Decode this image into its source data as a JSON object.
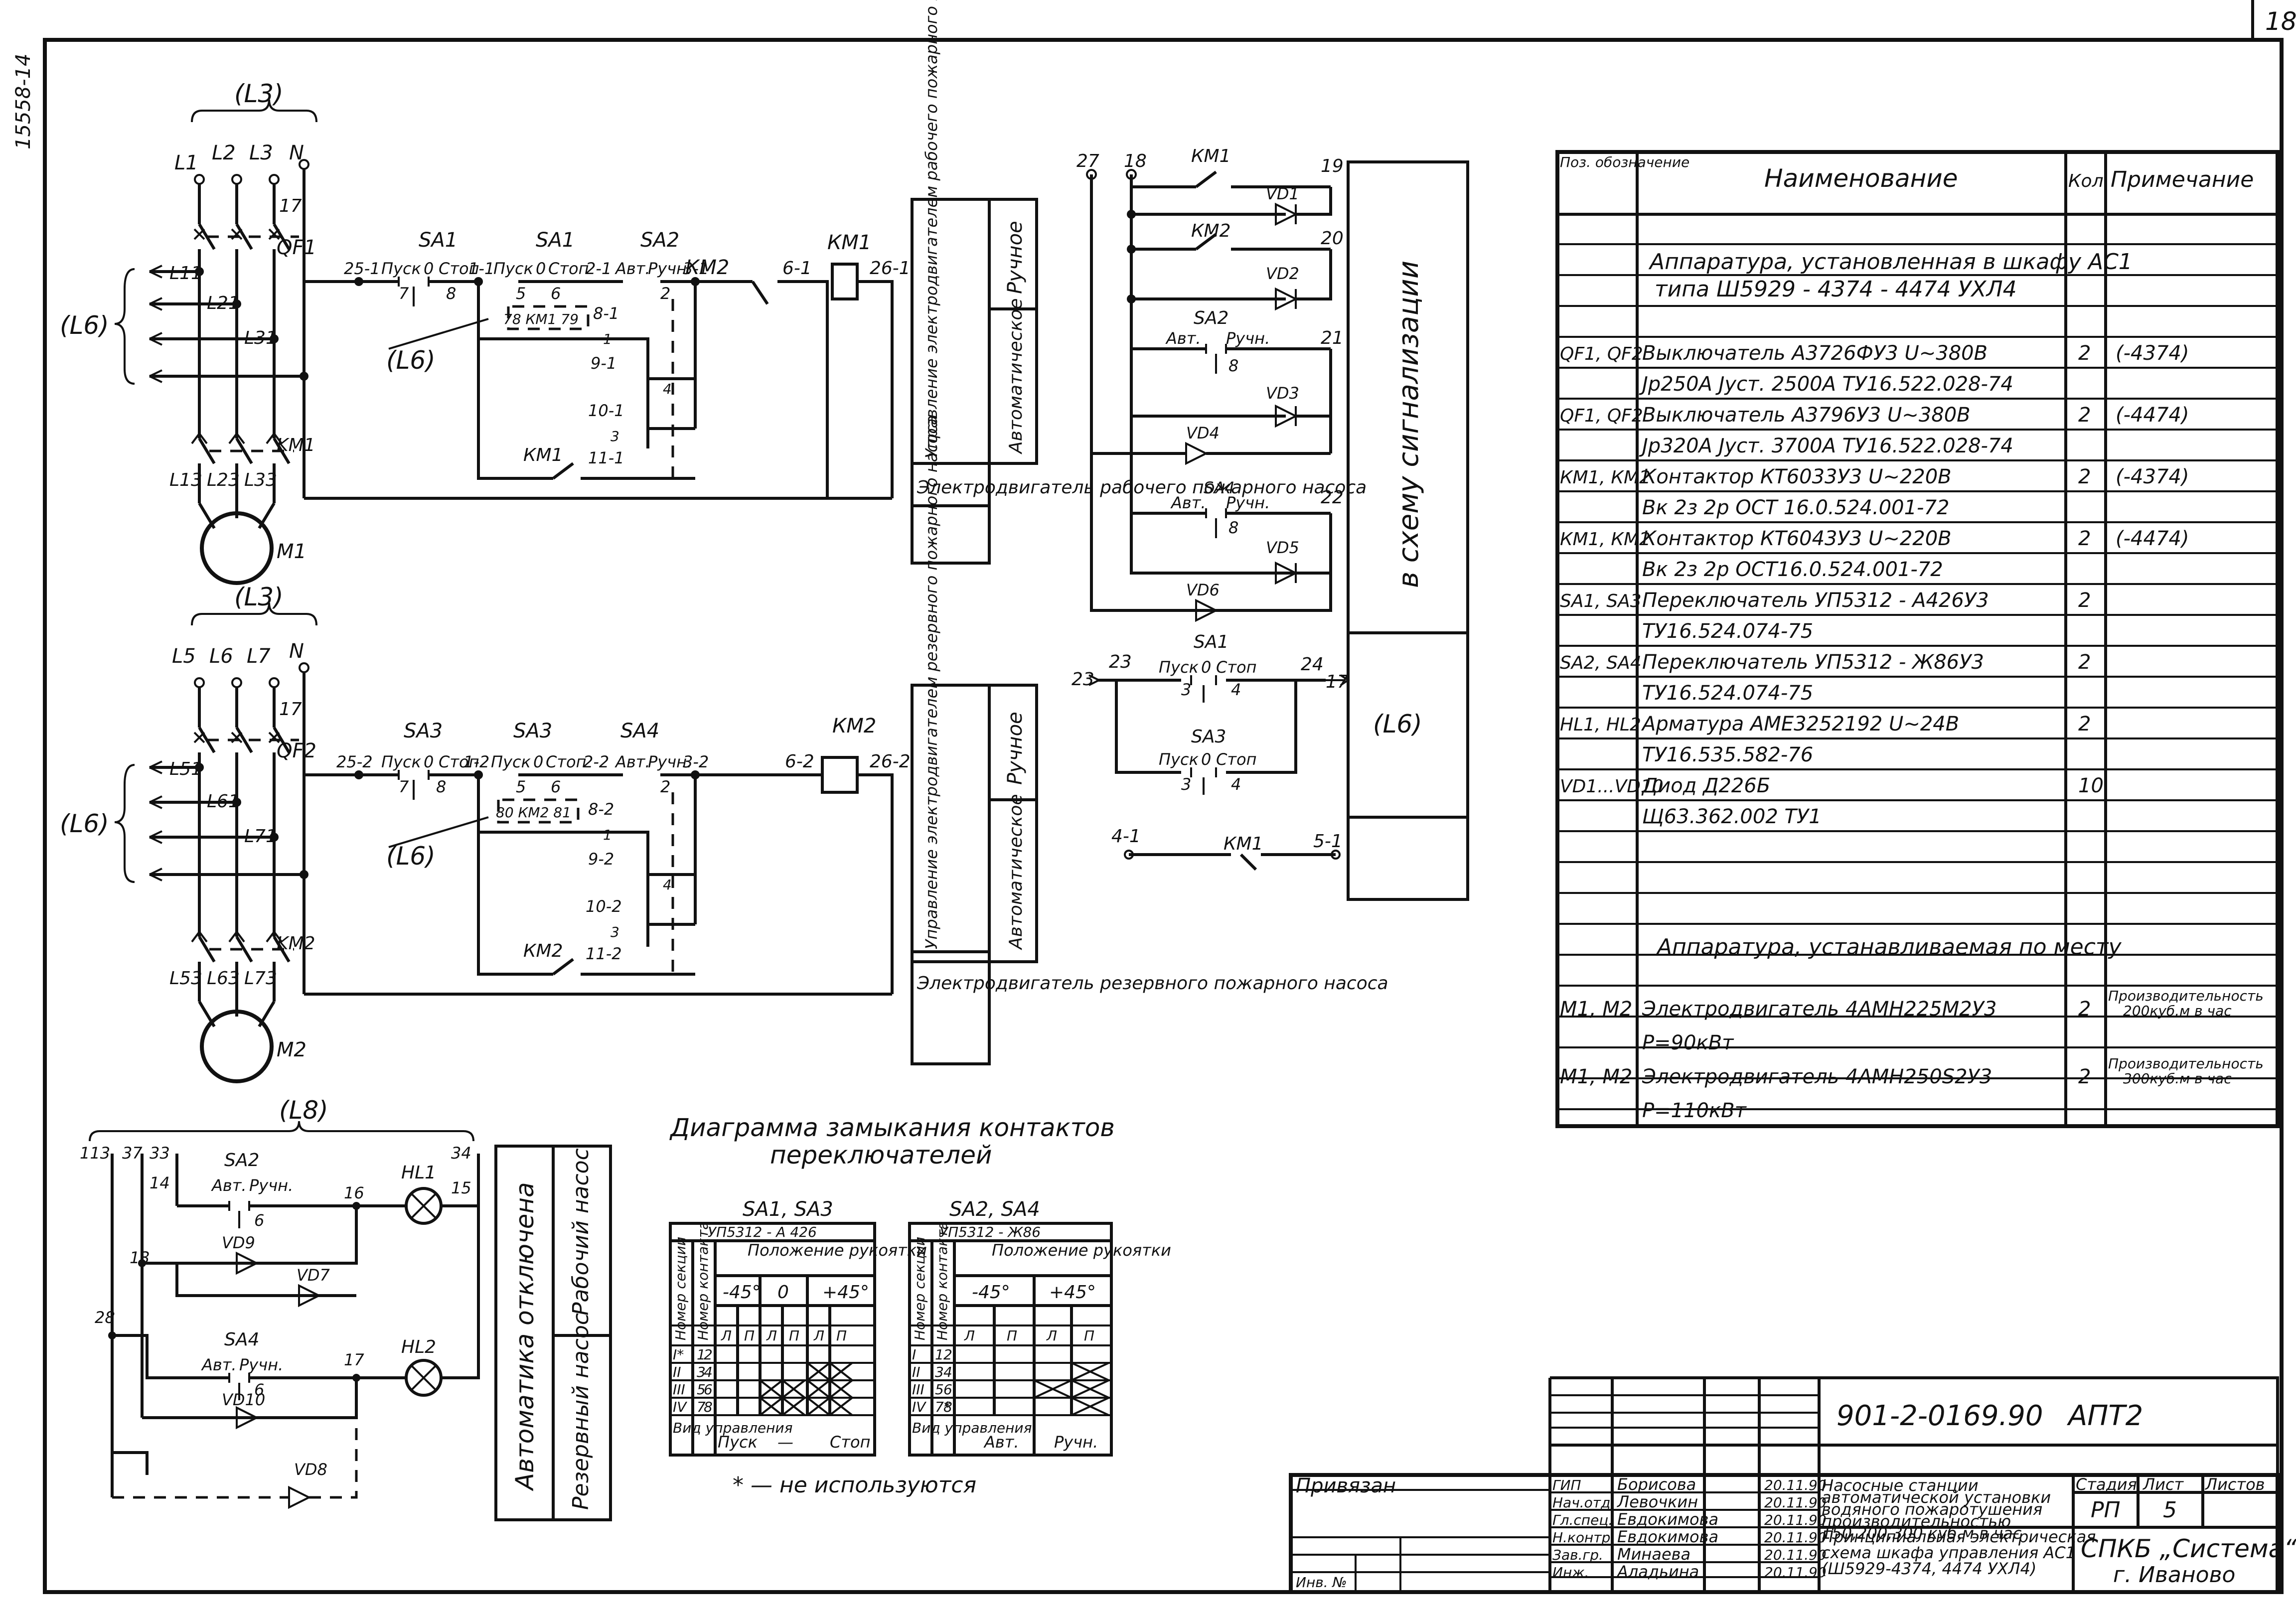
{
  "sheet": {
    "number": "18",
    "side_stamp": "15558-14"
  },
  "power": {
    "bus_label": "(L3)",
    "cable_label": "(L6)",
    "group1": {
      "phases": [
        "L1",
        "L2",
        "L3",
        "N"
      ],
      "breaker": "QF1",
      "breaker_pin": "17",
      "wires_in": [
        "L11",
        "L21",
        "L31"
      ],
      "contactor": "KM1",
      "wires_out": [
        "L13",
        "L23",
        "L33"
      ],
      "motor": "M1"
    },
    "group2": {
      "phases": [
        "L5",
        "L6",
        "L7",
        "N"
      ],
      "breaker": "QF2",
      "breaker_pin": "17",
      "wires_in": [
        "L51",
        "L61",
        "L71"
      ],
      "contactor": "KM2",
      "wires_out": [
        "L53",
        "L63",
        "L73"
      ],
      "motor": "M2"
    }
  },
  "control1": {
    "sa1a": "SA1",
    "sa1b": "SA1",
    "sa2": "SA2",
    "n_in": "25-1",
    "pusk": "Пуск",
    "zero": "0",
    "stop": "Стоп",
    "n1": "1-1",
    "n2": "2-1",
    "n3": "3-1",
    "n6": "6-1",
    "n26": "26-1",
    "c7": "7",
    "c8": "8",
    "c5": "5",
    "c6": "6",
    "c2": "2",
    "c1": "1",
    "c4": "4",
    "c3": "3",
    "aut": "Авт.",
    "man": "Ручн.",
    "aux_box": "78 КМ1 79",
    "n8": "8-1",
    "n9": "9-1",
    "n10": "10-1",
    "n11": "11-1",
    "km_contact": "КМ2",
    "coil": "КМ1",
    "hold": "КМ1",
    "cable": "(L6)",
    "label_title": "Управление электродвигателем рабочего пожарного насоса",
    "label_man": "Ручное",
    "label_auto": "Автоматическое",
    "label_motor": "Электродвигатель рабочего пожарного насоса"
  },
  "control2": {
    "sa3a": "SA3",
    "sa3b": "SA3",
    "sa4": "SA4",
    "n_in": "25-2",
    "pusk": "Пуск",
    "zero": "0",
    "stop": "Стоп",
    "n1": "1-2",
    "n2": "2-2",
    "n3": "3-2",
    "n6": "6-2",
    "n26": "26-2",
    "c7": "7",
    "c8": "8",
    "c5": "5",
    "c6": "6",
    "c2": "2",
    "c1": "1",
    "c4": "4",
    "c3": "3",
    "aut": "Авт.",
    "man": "Ручн.",
    "aux_box": "80 КМ2 81",
    "n8": "8-2",
    "n9": "9-2",
    "n10": "10-2",
    "n11": "11-2",
    "coil": "КМ2",
    "hold": "КМ2",
    "cable": "(L6)",
    "label_title": "Управление электродвигателем резервного пожарного насоса",
    "label_man": "Ручное",
    "label_auto": "Автоматическое",
    "label_motor": "Электродвигатель резервного пожарного насоса"
  },
  "signal": {
    "n27": "27",
    "n18": "18",
    "n19": "19",
    "n20": "20",
    "n21": "21",
    "n22": "22",
    "km1": "КМ1",
    "km2": "КМ2",
    "vd1": "VD1",
    "vd2": "VD2",
    "vd3": "VD3",
    "vd4": "VD4",
    "vd5": "VD5",
    "vd6": "VD6",
    "sa2": "SA2",
    "sa4": "SA4",
    "aut": "Авт.",
    "man": "Ручн.",
    "c8": "8",
    "sa1": "SA1",
    "sa3": "SA3",
    "pusk": "Пуск",
    "zero": "0",
    "stop": "Стоп",
    "c3": "3",
    "c4": "4",
    "n23": "23",
    "n24": "24",
    "n23b": "23",
    "n17": "17",
    "n41": "4-1",
    "n51": "5-1",
    "km11": "КМ1",
    "box_text": "в схему сигнализации",
    "box_cable": "(L6)"
  },
  "indication": {
    "bus": "(L8)",
    "n113": "113",
    "n37": "37",
    "n33": "33",
    "n34": "34",
    "n14": "14",
    "n16": "16",
    "n15": "15",
    "n13": "13",
    "n28": "28",
    "n17": "17",
    "sa2": "SA2",
    "sa4": "SA4",
    "aut": "Авт.",
    "man": "Ручн.",
    "c6": "6",
    "vd9": "VD9",
    "vd7": "VD7",
    "vd10": "VD10",
    "vd8": "VD8",
    "hl1": "HL1",
    "hl2": "HL2",
    "label_auto_off": "Автоматика отключена",
    "label_work": "Рабочий насос",
    "label_reserve": "Резервный насос"
  },
  "contact_diagram": {
    "title_line1": "Диаграмма замыкания контактов",
    "title_line2": "переключателей",
    "t1": {
      "title": "SA1, SA3",
      "model": "УП5312 - А 426",
      "h_section": "Номер секции",
      "h_contact": "Номер контакта",
      "h_pos": "Положение рукоятки",
      "pos": [
        "-45°",
        "0",
        "+45°"
      ],
      "sub": [
        "Л",
        "П"
      ],
      "rows": [
        {
          "sec": "I*",
          "a": "1",
          "b": "2"
        },
        {
          "sec": "II",
          "a": "3",
          "b": "4"
        },
        {
          "sec": "III",
          "a": "5",
          "b": "6"
        },
        {
          "sec": "IV",
          "a": "7",
          "b": "8"
        }
      ],
      "mode_label": "Вид управления",
      "modes": [
        "Пуск",
        "—",
        "Стоп"
      ]
    },
    "t2": {
      "title": "SA2, SA4",
      "model": "УП5312 - Ж86",
      "h_section": "Номер секции",
      "h_contact": "Номер контакта",
      "h_pos": "Положение рукоятки",
      "pos": [
        "-45°",
        "+45°"
      ],
      "sub": [
        "Л",
        "П"
      ],
      "rows": [
        {
          "sec": "I",
          "a": "1",
          "b": "2"
        },
        {
          "sec": "II",
          "a": "3",
          "b": "4"
        },
        {
          "sec": "III",
          "a": "5",
          "b": "6"
        },
        {
          "sec": "IV",
          "a": "7*",
          "b": "8"
        }
      ],
      "mode_label": "Вид управления",
      "modes": [
        "Авт.",
        "Ручн."
      ]
    },
    "footnote": "* — не используются"
  },
  "spec": {
    "headers": {
      "pos": "Поз. обозначение",
      "name": "Наименование",
      "qty": "Кол.",
      "note": "Примечание"
    },
    "section1": "Аппаратура, установленная в шкафу АС1",
    "section1b": "типа  Ш5929 - 4374 - 4474 УХЛ4",
    "rows": [
      {
        "pos": "QF1, QF2",
        "name": "Выключатель А3726ФУ3  U~380В",
        "qty": "2",
        "note": "(-4374)"
      },
      {
        "pos": "",
        "name": "Jр250А Jуст. 2500А  ТУ16.522.028-74",
        "qty": "",
        "note": ""
      },
      {
        "pos": "QF1, QF2",
        "name": "Выключатель А3796У3  U~380В",
        "qty": "2",
        "note": "(-4474)"
      },
      {
        "pos": "",
        "name": "Jр320А Jуст. 3700А  ТУ16.522.028-74",
        "qty": "",
        "note": ""
      },
      {
        "pos": "КМ1, КМ2",
        "name": "Контактор КТ6033У3   U~220В",
        "qty": "2",
        "note": "(-4374)"
      },
      {
        "pos": "",
        "name": "Вк 2з 2р   ОСТ 16.0.524.001-72",
        "qty": "",
        "note": ""
      },
      {
        "pos": "КМ1, КМ2",
        "name": "Контактор КТ6043У3   U~220В",
        "qty": "2",
        "note": "(-4474)"
      },
      {
        "pos": "",
        "name": "Вк 2з 2р   ОСТ16.0.524.001-72",
        "qty": "",
        "note": ""
      },
      {
        "pos": "SA1, SA3",
        "name": "Переключатель УП5312 - А426У3",
        "qty": "2",
        "note": ""
      },
      {
        "pos": "",
        "name": "ТУ16.524.074-75",
        "qty": "",
        "note": ""
      },
      {
        "pos": "SA2, SA4",
        "name": "Переключатель УП5312 - Ж86У3",
        "qty": "2",
        "note": ""
      },
      {
        "pos": "",
        "name": "ТУ16.524.074-75",
        "qty": "",
        "note": ""
      },
      {
        "pos": "HL1, HL2",
        "name": "Арматура АМЕ3252192   U~24В",
        "qty": "2",
        "note": ""
      },
      {
        "pos": "",
        "name": "ТУ16.535.582-76",
        "qty": "",
        "note": ""
      },
      {
        "pos": "VD1...VD10",
        "name": "Диод Д226Б",
        "qty": "10",
        "note": ""
      },
      {
        "pos": "",
        "name": "Щ63.362.002 ТУ1",
        "qty": "",
        "note": ""
      }
    ],
    "section2": "Аппаратура, устанавливаемая по месту",
    "rows2": [
      {
        "pos": "M1, M2",
        "name": "Электродвигатель 4АМН225М2У3",
        "qty": "2",
        "note": "Производительность 200куб.м в час"
      },
      {
        "pos": "",
        "name": "Р=90кВт",
        "qty": "",
        "note": ""
      },
      {
        "pos": "M1, M2",
        "name": "Электродвигатель 4АМН250S2У3",
        "qty": "2",
        "note": "Производительность 300куб.м в час"
      },
      {
        "pos": "",
        "name": "Р=110кВт",
        "qty": "",
        "note": ""
      }
    ]
  },
  "title_block": {
    "doc_code": "901-2-0169.90",
    "sheet_code": "АПТ2",
    "privyazan": "Привязан",
    "inv": "Инв. №",
    "people": [
      {
        "role": "ГИП",
        "name": "Борисова",
        "date": "20.11.90"
      },
      {
        "role": "Нач.отд.",
        "name": "Левочкин",
        "date": "20.11.90"
      },
      {
        "role": "Гл.спец.",
        "name": "Евдокимова",
        "date": "20.11.90"
      },
      {
        "role": "Н.контр.",
        "name": "Евдокимова",
        "date": "20.11.90"
      },
      {
        "role": "Зав.гр.",
        "name": "Минаева",
        "date": "20.11.90"
      },
      {
        "role": "Инж.",
        "name": "Аладьина",
        "date": "20.11.90"
      }
    ],
    "project": "Насосные станции автоматической установки водяного пожаротушения производительностью 150,200,300 куб.м в час",
    "drawing": "Принципиальная электрическая схема шкафа управления АС1 (Ш5929-4374, 4474 УХЛ4)",
    "stage_label": "Стадия",
    "sheet_label": "Лист",
    "sheets_label": "Листов",
    "stage": "РП",
    "sheet_no": "5",
    "org": "СПКБ „Система“",
    "city": "г. Иваново"
  }
}
